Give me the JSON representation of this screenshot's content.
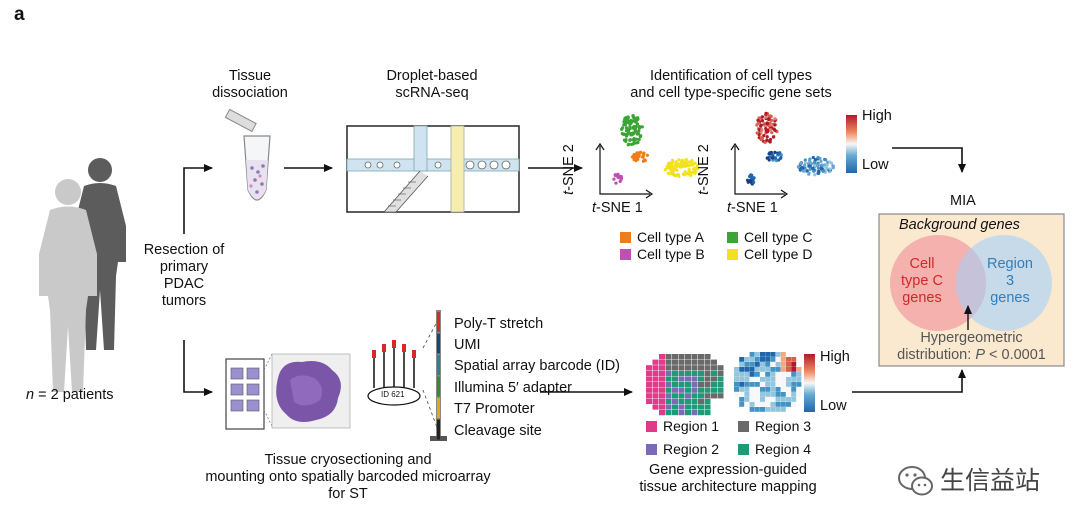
{
  "panel_letter": "a",
  "top_labels": {
    "tissue_dissociation": [
      "Tissue",
      "dissociation"
    ],
    "droplet": [
      "Droplet-based",
      "scRNA-seq"
    ],
    "identification": [
      "Identification of cell types",
      "and cell type-specific gene sets"
    ]
  },
  "patients": {
    "label": "n = 2 patients",
    "n": "n",
    "rest": " = 2 patients",
    "resection": [
      "Resection of",
      "primary",
      "PDAC",
      "tumors"
    ]
  },
  "tsne": {
    "axis1": "t-SNE 1",
    "axis2": "t-SNE 2",
    "t": "t",
    "suffix1": "-SNE 1",
    "suffix2": "-SNE 2",
    "high": "High",
    "low": "Low"
  },
  "cell_types": [
    {
      "label": "Cell type A",
      "color": "#f07d1a"
    },
    {
      "label": "Cell type C",
      "color": "#3aa535"
    },
    {
      "label": "Cell type B",
      "color": "#c04fb4"
    },
    {
      "label": "Cell type D",
      "color": "#f2e21e"
    }
  ],
  "mia": {
    "title": "MIA",
    "background": "Background genes",
    "celltype_genes": [
      "Cell",
      "type C",
      "genes"
    ],
    "region_genes": [
      "Region",
      "3",
      "genes"
    ],
    "hyper": "Hypergeometric",
    "distribution": "distribution:",
    "p": "P",
    "pval": "< 0.0001"
  },
  "barcode_parts": [
    {
      "label": "Poly-T stretch",
      "color": "#d62a2a"
    },
    {
      "label": "UMI",
      "color": "#1e3f8a"
    },
    {
      "label": "Spatial array barcode (ID)",
      "color": "#1e8a8a"
    },
    {
      "label": "Illumina 5′ adapter",
      "color": "#2a8f3c"
    },
    {
      "label": "T7 Promoter",
      "color": "#f0a020"
    },
    {
      "label": "Cleavage site",
      "color": "#222222"
    }
  ],
  "id_label": "ID 621",
  "st_labels": {
    "cryo": [
      "Tissue cryosectioning and",
      "mounting onto spatially barcoded microarray",
      "for ST"
    ],
    "gene_guided": [
      "Gene expression-guided",
      "tissue architecture mapping"
    ],
    "high": "High",
    "low": "Low"
  },
  "regions": [
    {
      "label": "Region 1",
      "color": "#e03a8a"
    },
    {
      "label": "Region 3",
      "color": "#6a6a6a"
    },
    {
      "label": "Region 2",
      "color": "#7b6ab5"
    },
    {
      "label": "Region 4",
      "color": "#1f9a78"
    }
  ],
  "watermark": "生信益站"
}
